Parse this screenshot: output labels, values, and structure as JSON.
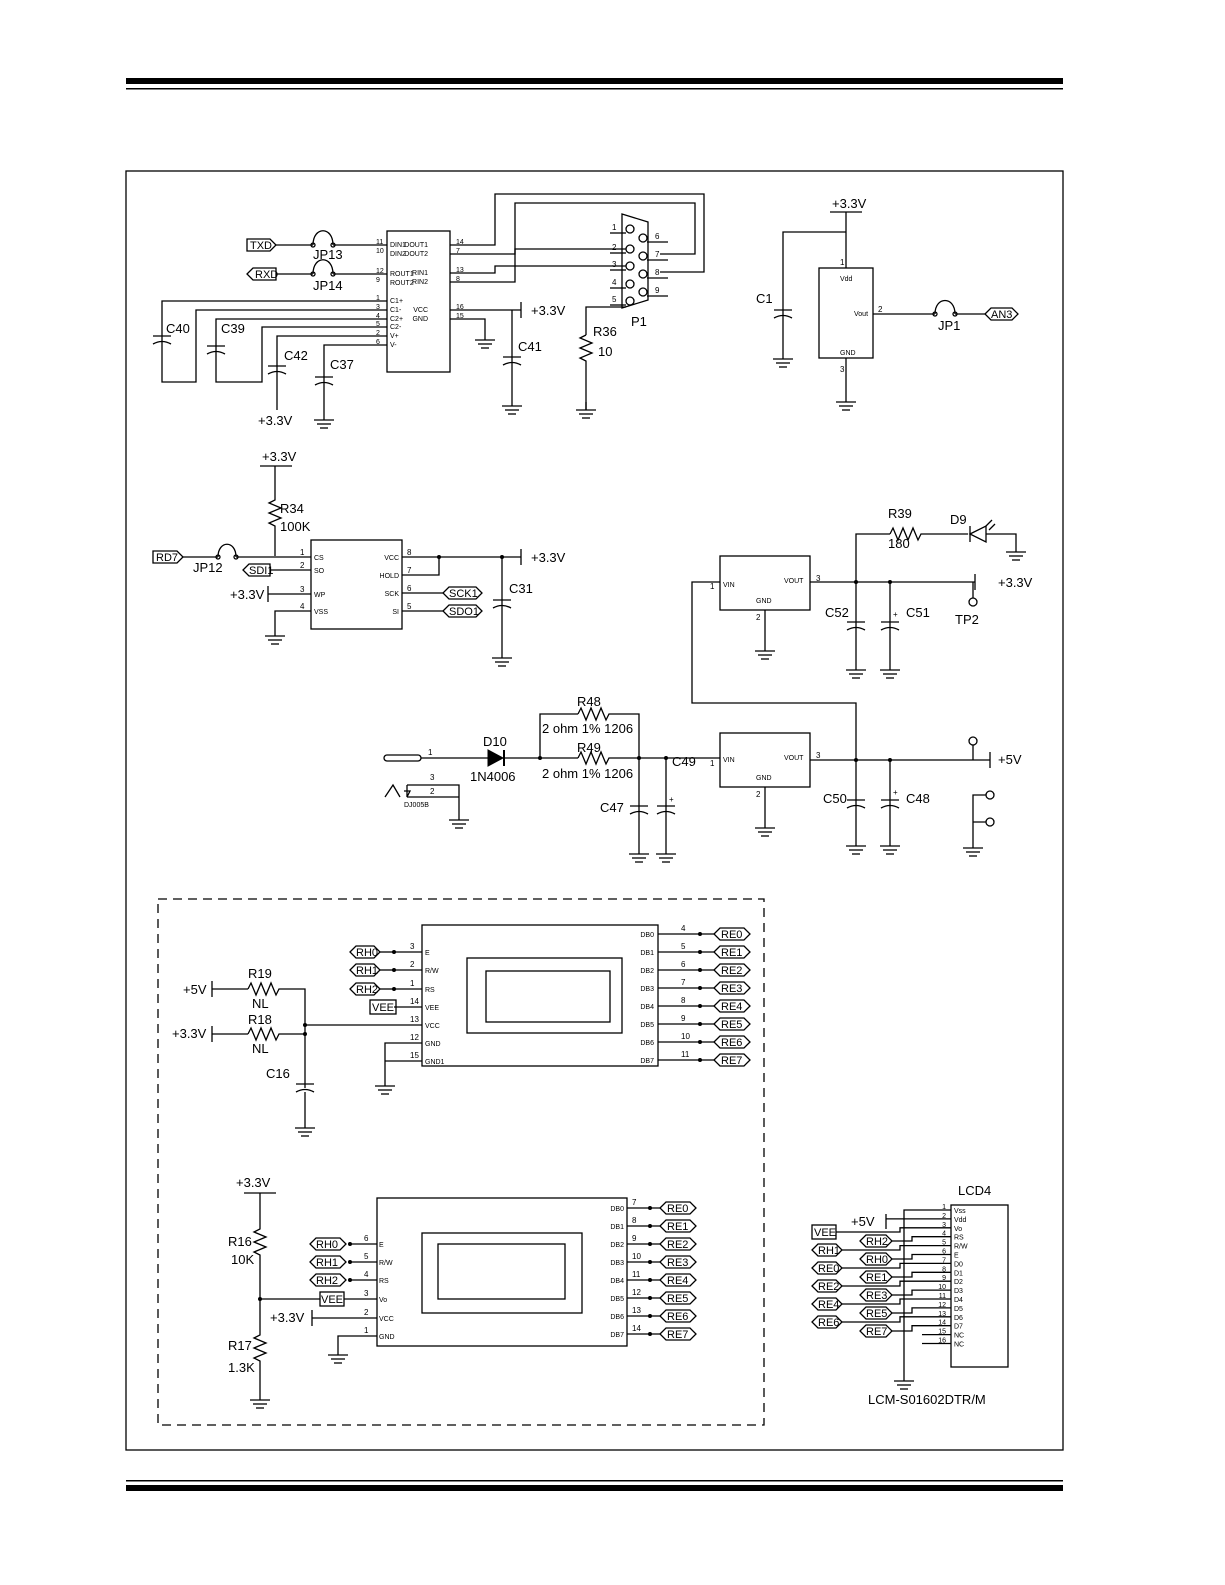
{
  "rs232": {
    "pins_left": [
      {
        "num": "11",
        "name": "DIN1"
      },
      {
        "num": "10",
        "name": "DIN2"
      },
      {
        "num": "12",
        "name": "ROUT1"
      },
      {
        "num": "9",
        "name": "ROUT2"
      },
      {
        "num": "1",
        "name": "C1+"
      },
      {
        "num": "3",
        "name": "C1-"
      },
      {
        "num": "4",
        "name": "C2+"
      },
      {
        "num": "5",
        "name": "C2-"
      },
      {
        "num": "2",
        "name": "V+"
      },
      {
        "num": "6",
        "name": "V-"
      }
    ],
    "pins_right": [
      {
        "num": "14",
        "name": "DOUT1"
      },
      {
        "num": "7",
        "name": "DOUT2"
      },
      {
        "num": "13",
        "name": "RIN1"
      },
      {
        "num": "8",
        "name": "RIN2"
      },
      {
        "num": "16",
        "name": "VCC"
      },
      {
        "num": "15",
        "name": "GND"
      }
    ],
    "tags": {
      "txd": "TXD",
      "rxd": "RXD"
    },
    "jumpers": {
      "jp13": "JP13",
      "jp14": "JP14"
    },
    "caps": {
      "c40": "C40",
      "c39": "C39",
      "c42": "C42",
      "c37": "C37",
      "c41": "C41"
    },
    "supply": "+3.3V",
    "supply_c42": "+3.3V",
    "connector": {
      "name": "P1",
      "pins_a": [
        "1",
        "2",
        "3",
        "4",
        "5"
      ],
      "pins_b": [
        "6",
        "7",
        "8",
        "9"
      ]
    },
    "r36": {
      "name": "R36",
      "value": "10"
    }
  },
  "sensor": {
    "supply": "+3.3V",
    "c1": "C1",
    "pin_vdd": "Vdd",
    "pin_vout": "Vout",
    "pin_gnd": "GND",
    "pin1": "1",
    "pin2": "2",
    "pin3": "3",
    "jp1": "JP1",
    "an3": "AN3"
  },
  "eeprom": {
    "supply": "+3.3V",
    "r34": "R34",
    "r34_value": "100K",
    "rd7": "RD7",
    "jp12": "JP12",
    "sdi1": "SDI1",
    "wp_supply": "+3.3V",
    "vcc_supply": "+3.3V",
    "c31": "C31",
    "sck1": "SCK1",
    "sdo1": "SDO1",
    "pins_left": [
      {
        "num": "1",
        "name": "CS"
      },
      {
        "num": "2",
        "name": "SO"
      },
      {
        "num": "3",
        "name": "WP"
      },
      {
        "num": "4",
        "name": "VSS"
      }
    ],
    "pins_right": [
      {
        "num": "8",
        "name": "VCC"
      },
      {
        "num": "7",
        "name": "HOLD"
      },
      {
        "num": "6",
        "name": "SCK"
      },
      {
        "num": "5",
        "name": "SI"
      }
    ]
  },
  "power": {
    "r39": "R39",
    "r39_value": "180",
    "d9": "D9",
    "out33": "+3.3V",
    "tp2": "TP2",
    "c52": "C52",
    "c51": "C51",
    "c50": "C50",
    "c48": "C48",
    "c47": "C47",
    "c49": "C49",
    "r48": "R48",
    "r48_value": "2 ohm 1% 1206",
    "r49": "R49",
    "r49_value": "2 ohm 1% 1206",
    "d10": "D10",
    "d10_value": "1N4006",
    "jack": "DJ005B",
    "out5": "+5V",
    "reg_vin": "VIN",
    "reg_vout": "VOUT",
    "reg_gnd": "GND",
    "n1": "1",
    "n2": "2",
    "n3": "3"
  },
  "lcd1": {
    "rh0": "RH0",
    "rh1": "RH1",
    "rh2": "RH2",
    "vee": "VEE",
    "pins_left": [
      {
        "num": "3",
        "name": "E"
      },
      {
        "num": "2",
        "name": "R/W"
      },
      {
        "num": "1",
        "name": "RS"
      },
      {
        "num": "14",
        "name": "VEE"
      },
      {
        "num": "13",
        "name": "VCC"
      },
      {
        "num": "12",
        "name": "GND"
      },
      {
        "num": "15",
        "name": "GND1"
      }
    ],
    "pins_right": [
      {
        "num": "4",
        "name": "DB0",
        "tag": "RE0"
      },
      {
        "num": "5",
        "name": "DB1",
        "tag": "RE1"
      },
      {
        "num": "6",
        "name": "DB2",
        "tag": "RE2"
      },
      {
        "num": "7",
        "name": "DB3",
        "tag": "RE3"
      },
      {
        "num": "8",
        "name": "DB4",
        "tag": "RE4"
      },
      {
        "num": "9",
        "name": "DB5",
        "tag": "RE5"
      },
      {
        "num": "10",
        "name": "DB6",
        "tag": "RE6"
      },
      {
        "num": "11",
        "name": "DB7",
        "tag": "RE7"
      }
    ],
    "r19": "R19",
    "r19_value": "NL",
    "r18": "R18",
    "r18_value": "NL",
    "c16": "C16",
    "p5v": "+5V",
    "p33v": "+3.3V"
  },
  "lcd2": {
    "supply": "+3.3V",
    "r16": "R16",
    "r16_value": "10K",
    "r17": "R17",
    "r17_value": "1.3K",
    "vcc_supply": "+3.3V",
    "vee": "VEE",
    "pins_left": [
      {
        "num": "6",
        "name": "E",
        "tag": "RH0"
      },
      {
        "num": "5",
        "name": "R/W",
        "tag": "RH1"
      },
      {
        "num": "4",
        "name": "RS",
        "tag": "RH2"
      },
      {
        "num": "3",
        "name": "Vo"
      },
      {
        "num": "2",
        "name": "VCC"
      },
      {
        "num": "1",
        "name": "GND"
      }
    ],
    "pins_right": [
      {
        "num": "7",
        "name": "DB0",
        "tag": "RE0"
      },
      {
        "num": "8",
        "name": "DB1",
        "tag": "RE1"
      },
      {
        "num": "9",
        "name": "DB2",
        "tag": "RE2"
      },
      {
        "num": "10",
        "name": "DB3",
        "tag": "RE3"
      },
      {
        "num": "11",
        "name": "DB4",
        "tag": "RE4"
      },
      {
        "num": "12",
        "name": "DB5",
        "tag": "RE5"
      },
      {
        "num": "13",
        "name": "DB6",
        "tag": "RE6"
      },
      {
        "num": "14",
        "name": "DB7",
        "tag": "RE7"
      }
    ]
  },
  "lcd4": {
    "title": "LCD4",
    "part": "LCM-S01602DTR/M",
    "p5v": "+5V",
    "vee": "VEE",
    "pins": [
      {
        "num": "1",
        "name": "Vss"
      },
      {
        "num": "2",
        "name": "Vdd"
      },
      {
        "num": "3",
        "name": "Vo"
      },
      {
        "num": "4",
        "name": "RS"
      },
      {
        "num": "5",
        "name": "R/W"
      },
      {
        "num": "6",
        "name": "E"
      },
      {
        "num": "7",
        "name": "D0"
      },
      {
        "num": "8",
        "name": "D1"
      },
      {
        "num": "9",
        "name": "D2"
      },
      {
        "num": "10",
        "name": "D3"
      },
      {
        "num": "11",
        "name": "D4"
      },
      {
        "num": "12",
        "name": "D5"
      },
      {
        "num": "13",
        "name": "D6"
      },
      {
        "num": "14",
        "name": "D7"
      },
      {
        "num": "15",
        "name": "NC"
      },
      {
        "num": "16",
        "name": "NC"
      }
    ],
    "tags_left": [
      "RH1",
      "RE0",
      "RE2",
      "RE4",
      "RE6"
    ],
    "tags_mid": [
      "RH2",
      "RH0",
      "RE1",
      "RE3",
      "RE5",
      "RE7"
    ]
  }
}
